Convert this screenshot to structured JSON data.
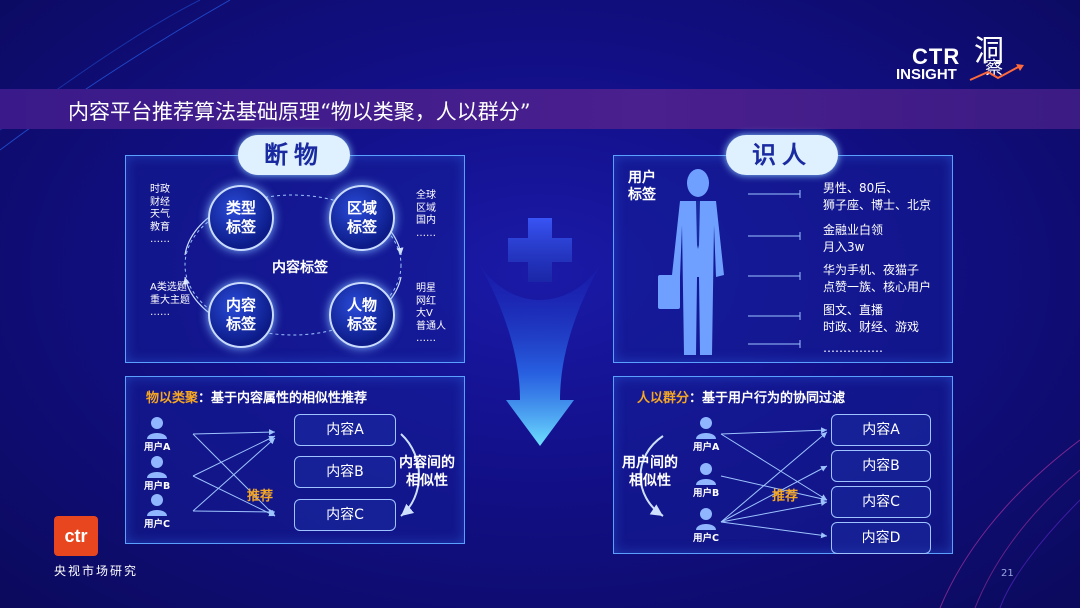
{
  "header": {
    "title": "内容平台推荐算法基础原理“物以类聚，人以群分”",
    "logo_ctr": "CTR",
    "logo_insight": "INSIGHT",
    "logo_cn_top": "洞",
    "logo_cn_bottom": "察"
  },
  "left_top": {
    "pill": "断物",
    "center_label": "内容标签",
    "circles": [
      {
        "label": "类型\n标签"
      },
      {
        "label": "区域\n标签"
      },
      {
        "label": "内容\n标签"
      },
      {
        "label": "人物\n标签"
      }
    ],
    "notes": {
      "top_left": "时政\n财经\n天气\n教育\n……",
      "top_right": "全球\n区域\n国内\n……",
      "bottom_left": "A类选题\n重大主题\n……",
      "bottom_right": "明星\n网红\n大V\n普通人\n……"
    }
  },
  "right_top": {
    "pill": "识人",
    "vertical_label": "用户\n标签",
    "tags": [
      "男性、80后、\n狮子座、博士、北京",
      "金融业白领\n月入3w",
      "华为手机、夜猫子\n点赞一族、核心用户",
      "图文、直播\n时政、财经、游戏",
      "……………"
    ]
  },
  "left_bottom": {
    "heading_highlight": "物以类聚",
    "heading_rest": "：基于内容属性的相似性推荐",
    "users": [
      "用户A",
      "用户B",
      "用户C"
    ],
    "items": [
      "内容A",
      "内容B",
      "内容C"
    ],
    "recommend": "推荐",
    "similarity": "内容间的\n相似性"
  },
  "right_bottom": {
    "heading_highlight": "人以群分",
    "heading_rest": "：基于用户行为的协同过滤",
    "users": [
      "用户A",
      "用户B",
      "用户C"
    ],
    "items": [
      "内容A",
      "内容B",
      "内容C",
      "内容D"
    ],
    "recommend": "推荐",
    "similarity": "用户间的\n相似性"
  },
  "footer": {
    "brand": "ctr",
    "org": "央视市场研究",
    "page": "21"
  },
  "colors": {
    "accent_orange": "#f5a623",
    "brand_red": "#e8461e"
  }
}
